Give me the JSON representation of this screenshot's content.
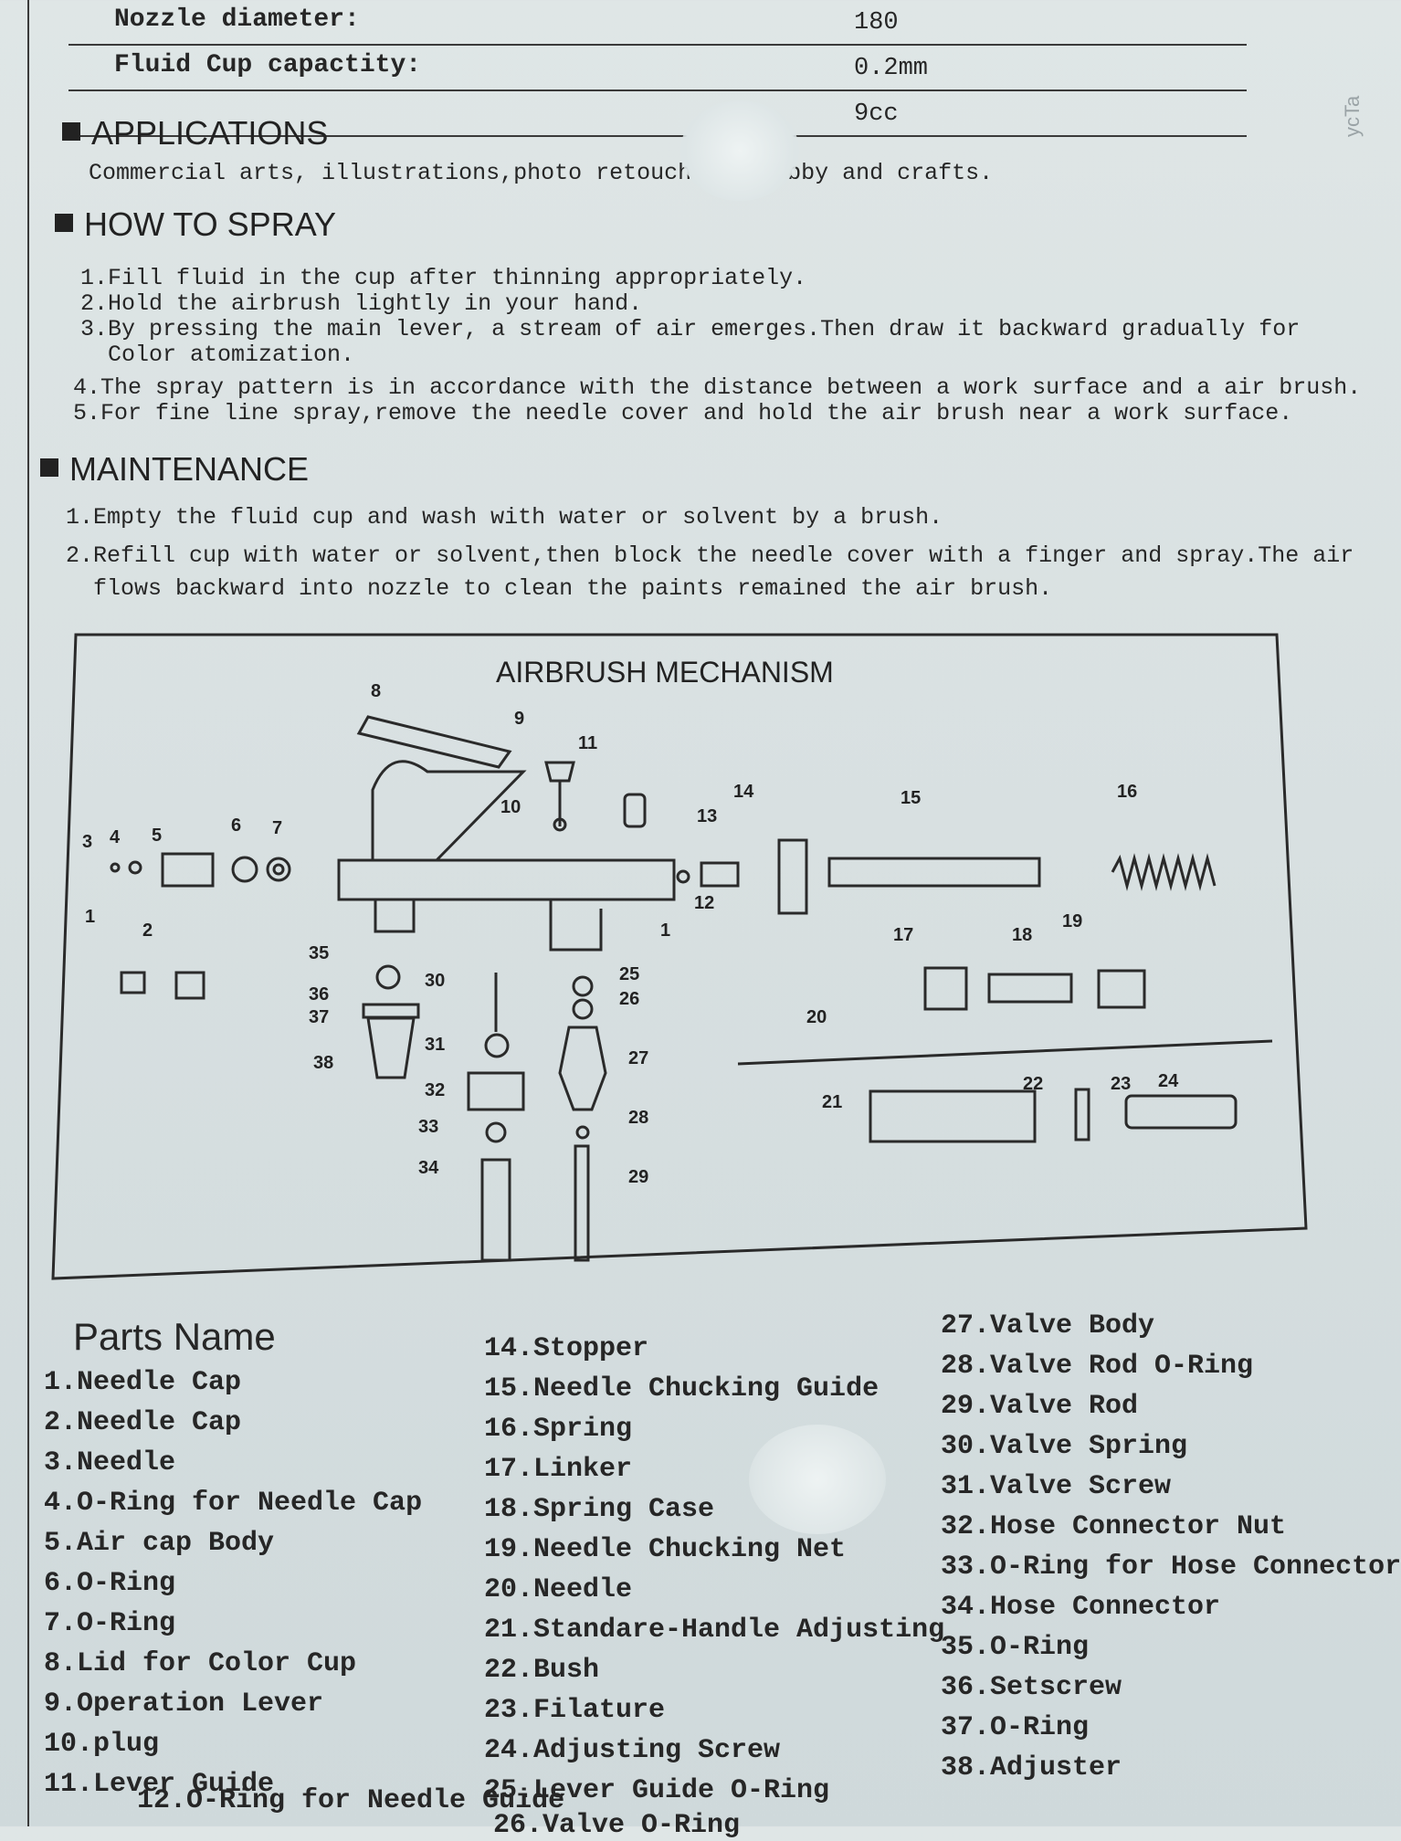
{
  "specs": [
    {
      "label": "Nozzle diameter:",
      "value": "180"
    },
    {
      "label": "Fluid Cup capactity:",
      "value": "0.2mm"
    },
    {
      "label": "",
      "value": "9cc"
    }
  ],
  "applications": {
    "heading": "APPLICATIONS",
    "text": "Commercial arts, illustrations,photo retouching, hobby and crafts."
  },
  "how_to_spray": {
    "heading": "HOW TO SPRAY",
    "lines": [
      "1.Fill fluid in the cup after thinning appropriately.",
      "2.Hold the airbrush lightly in your hand.",
      "3.By pressing the main lever, a stream of air emerges.Then draw it backward gradually for",
      "  Color atomization.",
      "4.The spray pattern is in accordance with the distance between a work surface and a air brush.",
      "5.For fine line spray,remove the needle cover and hold the air brush near a work surface."
    ]
  },
  "maintenance": {
    "heading": "MAINTENANCE",
    "lines": [
      "1.Empty the fluid cup and wash with water or solvent by a brush.",
      "2.Refill cup with water or solvent,then block the needle cover with a finger and spray.The air",
      "  flows backward into nozzle to clean the paints remained the air brush."
    ]
  },
  "diagram": {
    "title": "AIRBRUSH MECHANISM",
    "labels": [
      "1",
      "2",
      "3",
      "4",
      "5",
      "6",
      "7",
      "8",
      "9",
      "10",
      "11",
      "12",
      "13",
      "14",
      "15",
      "16",
      "17",
      "18",
      "19",
      "20",
      "21",
      "22",
      "23",
      "24",
      "25",
      "26",
      "27",
      "28",
      "29",
      "30",
      "31",
      "32",
      "33",
      "34",
      "35",
      "36",
      "37",
      "38",
      "1"
    ]
  },
  "parts": {
    "title": "Parts Name",
    "col1": [
      "1.Needle Cap",
      "2.Needle Cap",
      "3.Needle",
      "4.O-Ring for Needle Cap",
      "5.Air cap Body",
      "6.O-Ring",
      "7.O-Ring",
      "8.Lid for Color Cup",
      "9.Operation Lever",
      "10.plug",
      "11.Lever Guide",
      "12.O-Ring for Needle Guide"
    ],
    "col2": [
      "14.Stopper",
      "15.Needle Chucking Guide",
      "16.Spring",
      "17.Linker",
      "18.Spring Case",
      "19.Needle Chucking Net",
      "20.Needle",
      "21.Standare-Handle Adjusting",
      "22.Bush",
      "23.Filature",
      "24.Adjusting Screw",
      "25.Lever Guide O-Ring",
      "26.Valve O-Ring"
    ],
    "col3": [
      "27.Valve Body",
      "28.Valve Rod O-Ring",
      "29.Valve Rod",
      "30.Valve Spring",
      "31.Valve Screw",
      "32.Hose Connector Nut",
      "33.O-Ring for Hose Connector",
      "34.Hose Connector",
      "35.O-Ring",
      "36.Setscrew",
      "37.O-Ring",
      "38.Adjuster"
    ]
  },
  "side_note": "ycTa"
}
